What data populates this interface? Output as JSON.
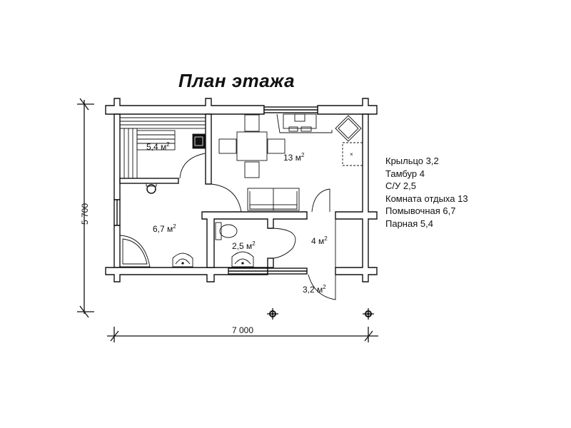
{
  "title": "План этажа",
  "legend": [
    {
      "label": "Крыльцо",
      "value": "3,2"
    },
    {
      "label": "Тамбур",
      "value": "4"
    },
    {
      "label": "С/У",
      "value": "2,5"
    },
    {
      "label": "Комната отдыха",
      "value": "13"
    },
    {
      "label": "Помывочная",
      "value": "6,7"
    },
    {
      "label": "Парная",
      "value": "5,4"
    }
  ],
  "legend_lines": [
    "Крыльцо 3,2",
    "Тамбур 4",
    "С/У 2,5",
    "Комната отдыха 13",
    "Помывочная 6,7",
    "Парная 5,4"
  ],
  "rooms": {
    "steam_room": {
      "area": "5,4",
      "unit": "м",
      "sup": "2"
    },
    "rest_room": {
      "area": "13",
      "unit": "м",
      "sup": "2"
    },
    "washroom": {
      "area": "6,7",
      "unit": "м",
      "sup": "2"
    },
    "bathroom": {
      "area": "2,5",
      "unit": "м",
      "sup": "2"
    },
    "vestibule": {
      "area": "4",
      "unit": "м",
      "sup": "2"
    },
    "porch": {
      "area": "3,2",
      "unit": "м",
      "sup": "2"
    }
  },
  "dimensions": {
    "width": "7 000",
    "height": "5 700"
  },
  "colors": {
    "line": "#111111",
    "background": "#ffffff"
  }
}
